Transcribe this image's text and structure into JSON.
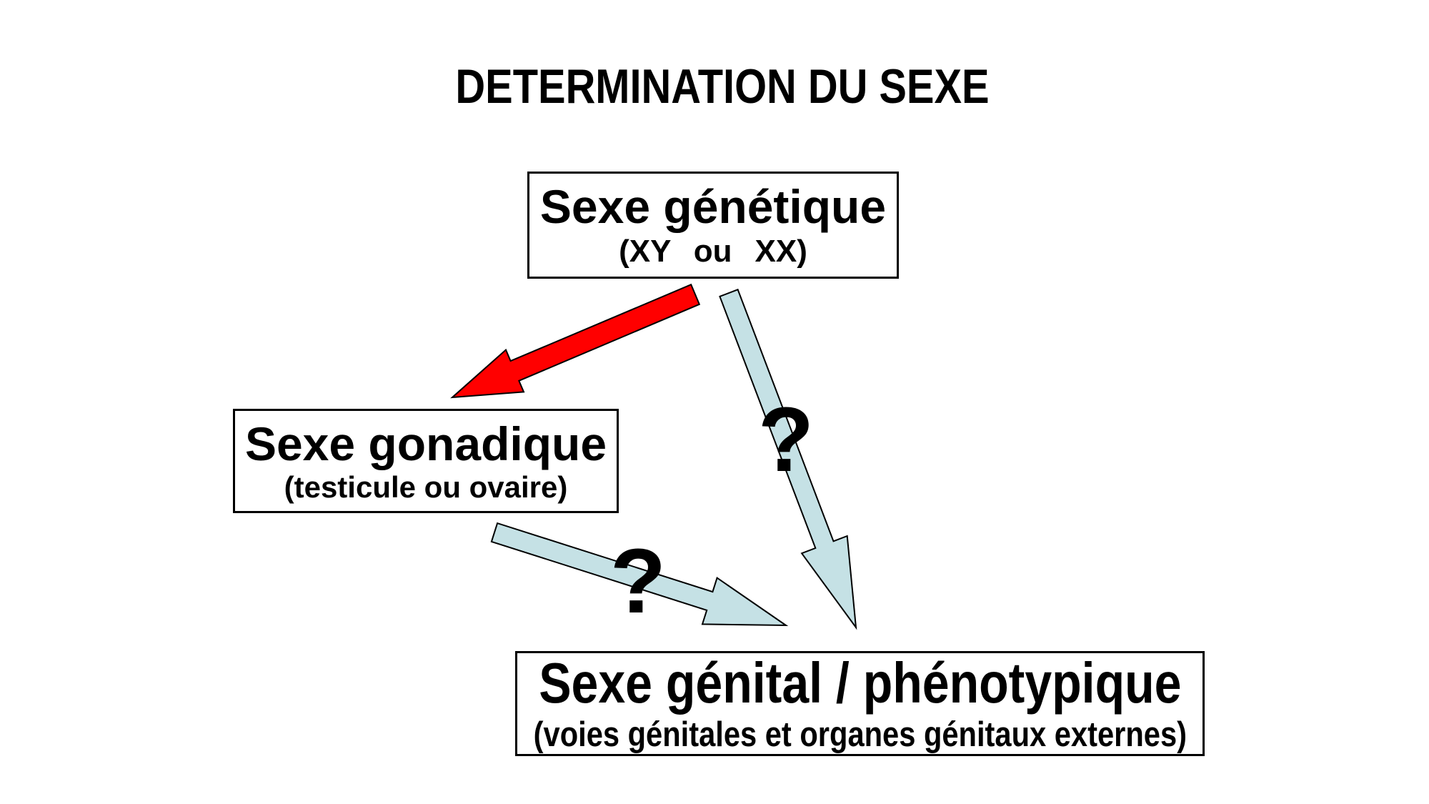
{
  "slide": {
    "title": "DETERMINATION DU SEXE"
  },
  "boxes": {
    "genetic": {
      "title": "Sexe génétique",
      "subtitle": "(XY ou XX)"
    },
    "gonadal": {
      "title": "Sexe gonadique",
      "subtitle": "(testicule ou ovaire)"
    },
    "phenotypic": {
      "title": "Sexe génital / phénotypique",
      "subtitle": "(voies génitales et organes génitaux externes)"
    }
  },
  "arrows": {
    "genetic_to_gonadal": {
      "icon": "red-arrow-icon",
      "color": "#FF0000",
      "label": ""
    },
    "genetic_to_phenotypic": {
      "icon": "light-blue-arrow-icon",
      "color": "#C5E1E5",
      "label": "?"
    },
    "gonadal_to_phenotypic": {
      "icon": "light-blue-arrow-icon",
      "color": "#C5E1E5",
      "label": "?"
    }
  },
  "colors": {
    "background": "#FFFFFF",
    "text": "#000000",
    "box_border": "#000000",
    "arrow_outline": "#000000",
    "red_arrow": "#FF0000",
    "blue_arrow": "#C5E1E5"
  }
}
